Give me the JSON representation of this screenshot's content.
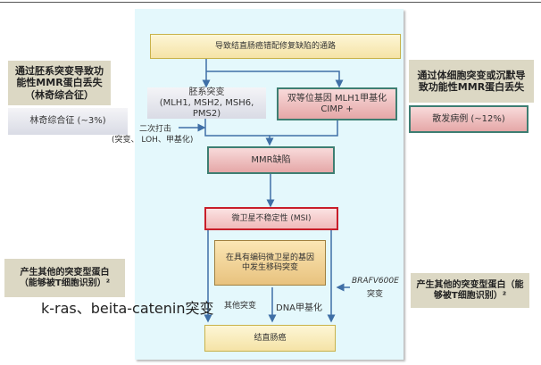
{
  "top_box": "导致结直肠癌错配修复缺陷的通路",
  "germline_box": {
    "line1": "胚系突变",
    "line2": "(MLH1, MSH2, MSH6, PMS2)"
  },
  "mlh1_box": {
    "line1": "双等位基因 MLH1甲基化",
    "line2": "CIMP +"
  },
  "second_hit": {
    "line1": "二次打击",
    "line2": "(突变、 LOH、甲基化)"
  },
  "mmr_box": "MMR缺陷",
  "msi_box": "微卫星不稳定性 (MSI)",
  "frameshift_box": "在具有编码微卫星的基因中发生移码突变",
  "crc_box": "结直肠癌",
  "other_mutations": "其他突变",
  "dna_methylation": "DNA甲基化",
  "braf": {
    "name": "BRAFV600E",
    "label": "突变"
  },
  "kras_label": "k-ras、beita-catenin突变",
  "left_header": "通过胚系突变导致功能性MMR蛋白丢失（林奇综合征）",
  "lynch_box": "林奇综合征 (~3%)",
  "right_header": "通过体细胞突变或沉默导致功能性MMR蛋白丢失",
  "sporadic_box": "散发病例 (~12%)",
  "bottom_left_note": "产生其他的突变型蛋白（能够被T细胞识别）²",
  "bottom_right_note": "产生其他的突变型蛋白（能够被T细胞识别）²"
}
